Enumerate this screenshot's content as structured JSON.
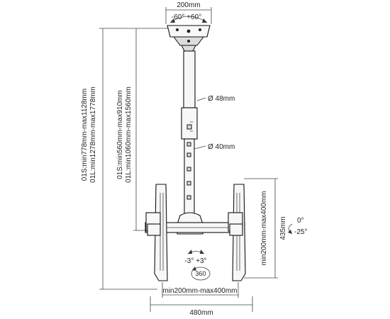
{
  "labels": {
    "top_width": "200mm",
    "tilt_range": "-60° +60°",
    "upper_pole": "Ø 48mm",
    "lower_pole": "Ø 40mm",
    "height_01s_total": "01S:min778mm-max1128mm",
    "height_01l_total": "01L:min1278mm-max1778mm",
    "height_01s_pole": "01S:min560mm-max910mm",
    "height_01l_pole": "01L:min1060mm-max1560mm",
    "arm_height": "435mm",
    "vesa_vertical": "min200mm-max400mm",
    "tilt_up": "0°",
    "tilt_down": "-25°",
    "swivel": "-3°  +3°",
    "rotation": "360",
    "vesa_horizontal": "min200mm-max400mm",
    "bottom_width": "480mm"
  },
  "colors": {
    "line": "#111111",
    "text": "#222222"
  }
}
